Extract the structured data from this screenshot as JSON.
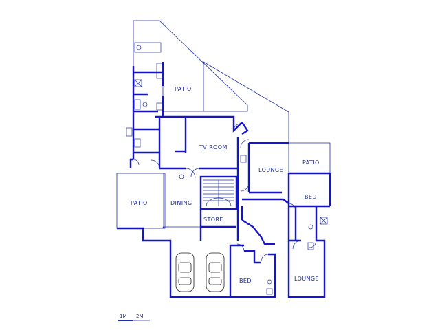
{
  "rooms": {
    "patio_top": "PATIO",
    "tv_room": "TV ROOM",
    "lounge_center": "LOUNGE",
    "patio_right": "PATIO",
    "bed_right": "BED",
    "patio_left": "PATIO",
    "dining": "DINING",
    "store": "STORE",
    "bed_bottom": "BED",
    "lounge_bottom": "LOUNGE"
  },
  "scale": {
    "one": "1M",
    "two": "2M"
  },
  "colors": {
    "wall": "#1515c8",
    "thin": "#1f2fa8",
    "label": "#1e2a8c"
  }
}
